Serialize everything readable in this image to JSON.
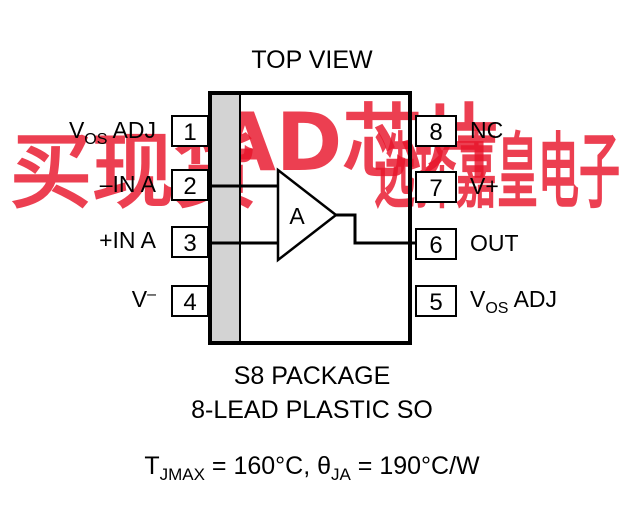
{
  "watermark": {
    "text": "买现货AD芯片选择嘉皇电子",
    "color": "#e8152b"
  },
  "diagram": {
    "top_view": "TOP VIEW",
    "package_line1": "S8 PACKAGE",
    "package_line2": "8-LEAD PLASTIC SO",
    "amp_label": "A",
    "thermal": {
      "tj_symbol": "T",
      "tj_sub": "JMAX",
      "tj_value": " = 160°C, ",
      "theta_symbol": "θ",
      "theta_sub": "JA",
      "theta_value": " = 190°C/W"
    }
  },
  "pins": [
    {
      "number": "1",
      "label_main": "V",
      "label_sub": "OS",
      "label_rest": " ADJ",
      "side": "left"
    },
    {
      "number": "2",
      "label_main": "–IN A",
      "label_sub": "",
      "label_rest": "",
      "side": "left"
    },
    {
      "number": "3",
      "label_main": "+IN A",
      "label_sub": "",
      "label_rest": "",
      "side": "left"
    },
    {
      "number": "4",
      "label_main": "V",
      "label_sup": "–",
      "label_rest": "",
      "side": "left"
    },
    {
      "number": "8",
      "label_main": "NC",
      "label_sub": "",
      "label_rest": "",
      "side": "right"
    },
    {
      "number": "7",
      "label_main": "V+",
      "label_sub": "",
      "label_rest": "",
      "side": "right"
    },
    {
      "number": "6",
      "label_main": "OUT",
      "label_sub": "",
      "label_rest": "",
      "side": "right"
    },
    {
      "number": "5",
      "label_main": "V",
      "label_sub": "OS",
      "label_rest": " ADJ",
      "side": "right"
    }
  ]
}
